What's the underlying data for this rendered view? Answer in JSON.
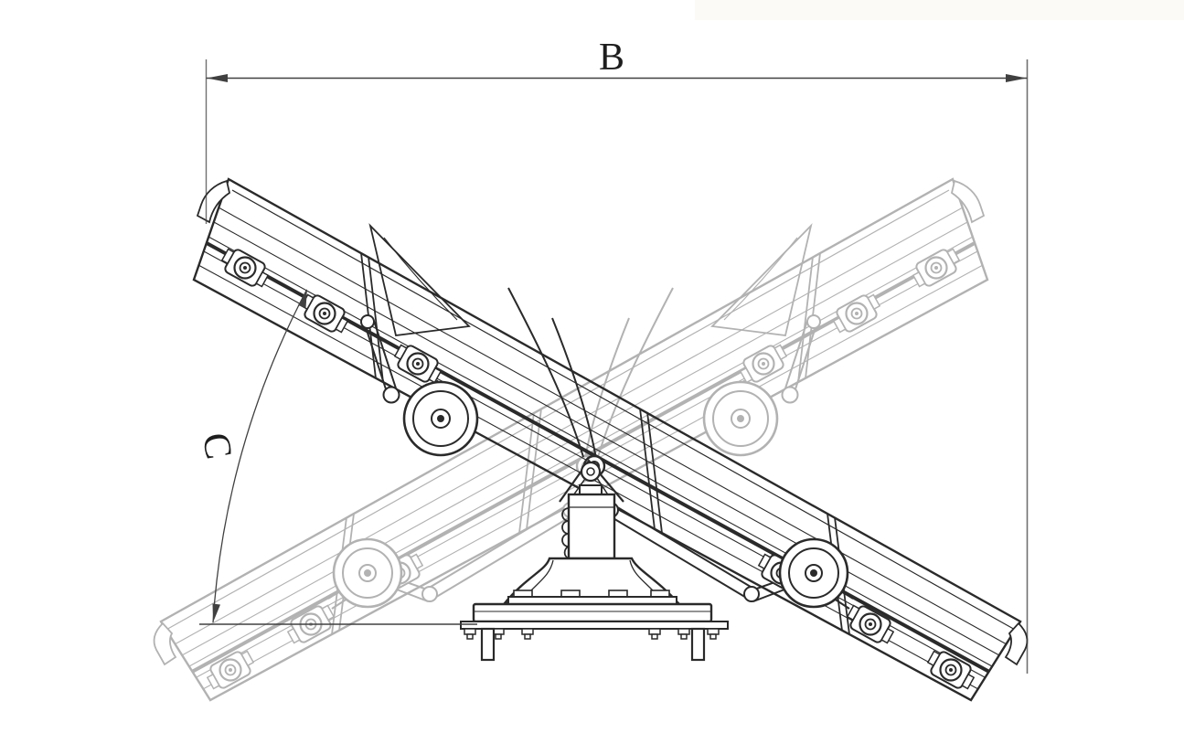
{
  "page": {
    "background": "#ffffff"
  },
  "diagram": {
    "kind": "technical line drawing, reversible tilting trough conveyor shown in two tilt positions over a center pedestal",
    "labels": {
      "width_dimension": "B",
      "tilt_angle_dimension": "C"
    },
    "colors": {
      "solid_position_line": "#2a2a2a",
      "phantom_position_line": "#b2b2b2",
      "dimension_line": "#404040",
      "background": "#ffffff"
    }
  }
}
